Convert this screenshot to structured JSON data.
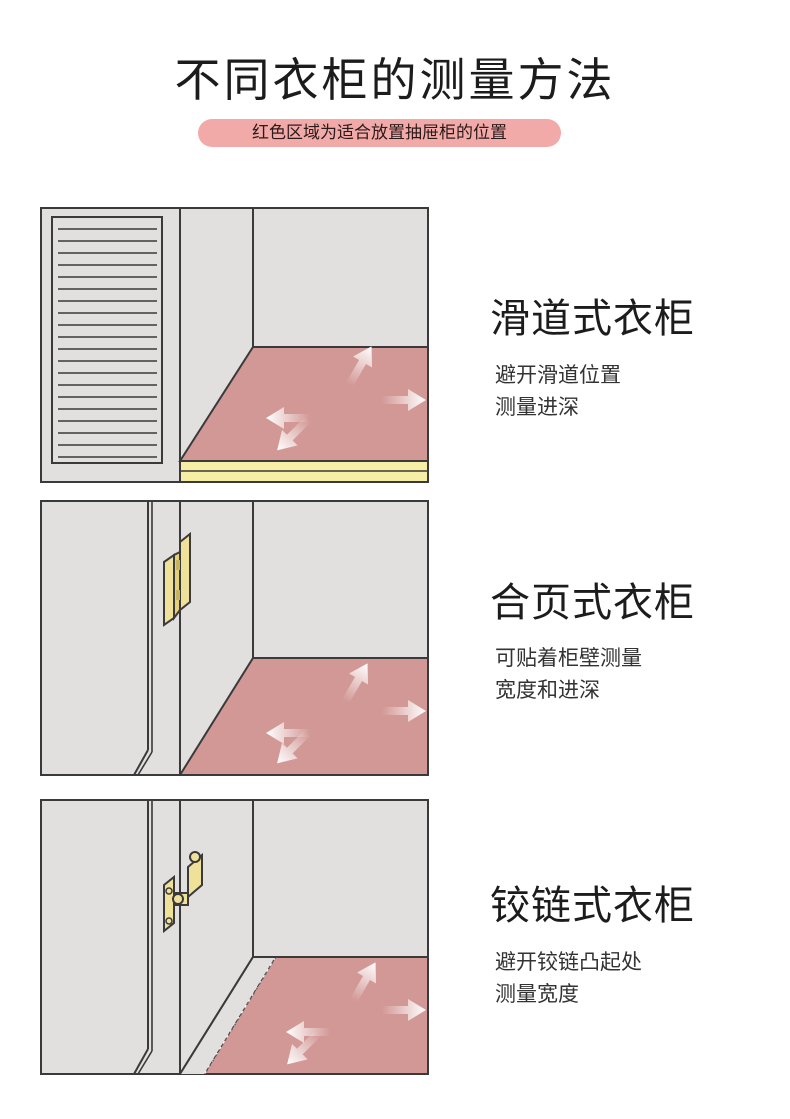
{
  "header": {
    "title": "不同衣柜的测量方法",
    "badge": "红色区域为适合放置抽屉柜的位置"
  },
  "colors": {
    "wall": "#e2dfdf",
    "outline": "#3a3a3a",
    "floor_red": "#d29896",
    "rail_yellow": "#f6eea5",
    "hinge_gold": "#efe09a",
    "badge_pink": "#f1aaa8"
  },
  "sections": [
    {
      "name": "滑道式衣柜",
      "lines": [
        "避开滑道位置",
        "测量进深"
      ]
    },
    {
      "name": "合页式衣柜",
      "lines": [
        "可贴着柜壁测量",
        "宽度和进深"
      ]
    },
    {
      "name": "铰链式衣柜",
      "lines": [
        "避开铰链凸起处",
        "测量宽度"
      ]
    }
  ]
}
